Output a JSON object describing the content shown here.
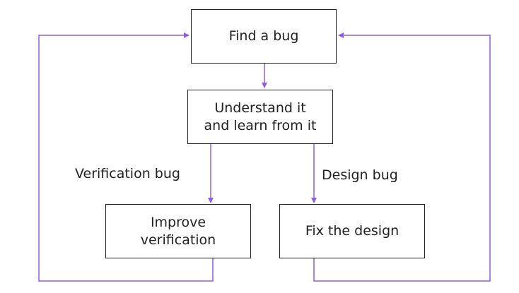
{
  "diagram": {
    "nodes": {
      "find_bug": {
        "lines": [
          "Find a bug"
        ]
      },
      "understand": {
        "lines": [
          "Understand it",
          "and learn from it"
        ]
      },
      "improve_verification": {
        "lines": [
          "Improve",
          "verification"
        ]
      },
      "fix_design": {
        "lines": [
          "Fix the design"
        ]
      }
    },
    "edge_labels": {
      "verification_bug": "Verification bug",
      "design_bug": "Design bug"
    },
    "colors": {
      "connector": "#8b5cf6",
      "box_border": "#1f1f1f",
      "text": "#1f1f1f"
    }
  }
}
